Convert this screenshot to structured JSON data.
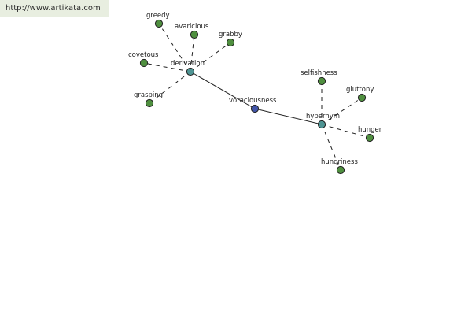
{
  "site": {
    "url": "http://www.artikata.com"
  },
  "colors": {
    "leaf": "#4f8f3f",
    "relation": "#4e9493",
    "center": "#4255a8"
  },
  "graph": {
    "nodes": [
      {
        "id": "voraciousness",
        "label": "voraciousness",
        "kind": "center"
      },
      {
        "id": "derivation",
        "label": "derivation",
        "kind": "relation"
      },
      {
        "id": "hypernym",
        "label": "hypernym",
        "kind": "relation"
      },
      {
        "id": "greedy",
        "label": "greedy",
        "kind": "leaf"
      },
      {
        "id": "avaricious",
        "label": "avaricious",
        "kind": "leaf"
      },
      {
        "id": "grabby",
        "label": "grabby",
        "kind": "leaf"
      },
      {
        "id": "covetous",
        "label": "covetous",
        "kind": "leaf"
      },
      {
        "id": "grasping",
        "label": "grasping",
        "kind": "leaf"
      },
      {
        "id": "selfishness",
        "label": "selfishness",
        "kind": "leaf"
      },
      {
        "id": "gluttony",
        "label": "gluttony",
        "kind": "leaf"
      },
      {
        "id": "hunger",
        "label": "hunger",
        "kind": "leaf"
      },
      {
        "id": "hungriness",
        "label": "hungriness",
        "kind": "leaf"
      }
    ],
    "edges": [
      {
        "from": "voraciousness",
        "to": "derivation",
        "style": "solid"
      },
      {
        "from": "voraciousness",
        "to": "hypernym",
        "style": "solid"
      },
      {
        "from": "derivation",
        "to": "greedy",
        "style": "dashed"
      },
      {
        "from": "derivation",
        "to": "avaricious",
        "style": "dashed"
      },
      {
        "from": "derivation",
        "to": "grabby",
        "style": "dashed"
      },
      {
        "from": "derivation",
        "to": "covetous",
        "style": "dashed"
      },
      {
        "from": "derivation",
        "to": "grasping",
        "style": "dashed"
      },
      {
        "from": "hypernym",
        "to": "selfishness",
        "style": "dashed"
      },
      {
        "from": "hypernym",
        "to": "gluttony",
        "style": "dashed"
      },
      {
        "from": "hypernym",
        "to": "hunger",
        "style": "dashed"
      },
      {
        "from": "hypernym",
        "to": "hungriness",
        "style": "dashed"
      }
    ]
  }
}
